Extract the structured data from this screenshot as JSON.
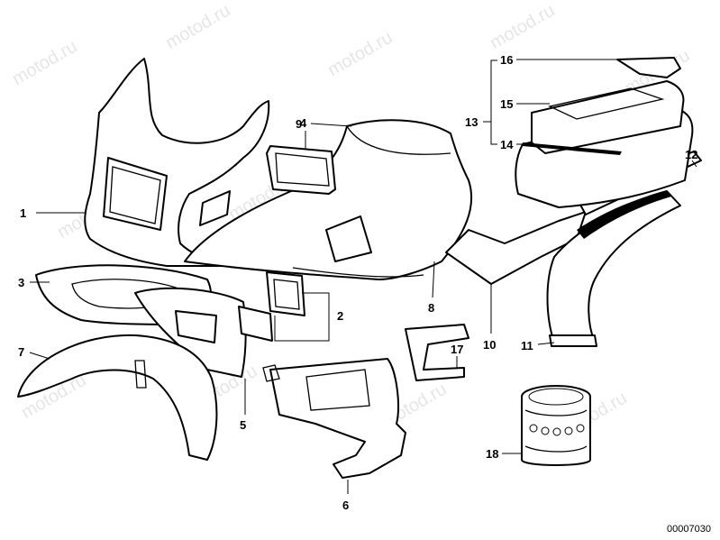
{
  "watermark": "motod.ru",
  "catalog_number": "00007030",
  "callouts": {
    "c1": "1",
    "c2": "2",
    "c3": "3",
    "c4": "4",
    "c5": "5",
    "c6": "6",
    "c7": "7",
    "c8": "8",
    "c9": "9",
    "c10": "10",
    "c11": "11",
    "c12": "12",
    "c13": "13",
    "c14": "14",
    "c15": "15",
    "c16": "16",
    "c17": "17",
    "c18": "18"
  }
}
